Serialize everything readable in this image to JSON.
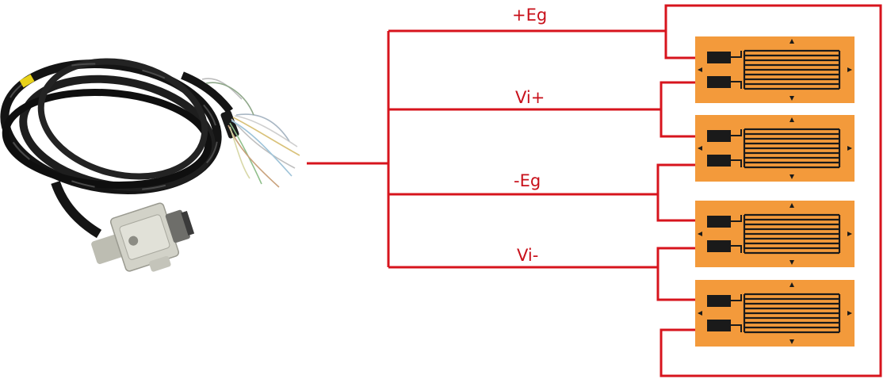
{
  "labels": {
    "pos_excitation": "+Eg",
    "pos_signal": "Vi+",
    "neg_excitation": "-Eg",
    "neg_signal": "Vi-"
  },
  "colors": {
    "wire": "#d7141d",
    "gauge_backing": "#f39a3b",
    "gauge_grid": "#1a1a1a",
    "cable": "#141414",
    "connector": "#cfcfc4"
  },
  "icons": {
    "cable": "db15-cable-with-loose-wires",
    "gauge": "strain-gauge"
  },
  "strain_gauges": 4
}
